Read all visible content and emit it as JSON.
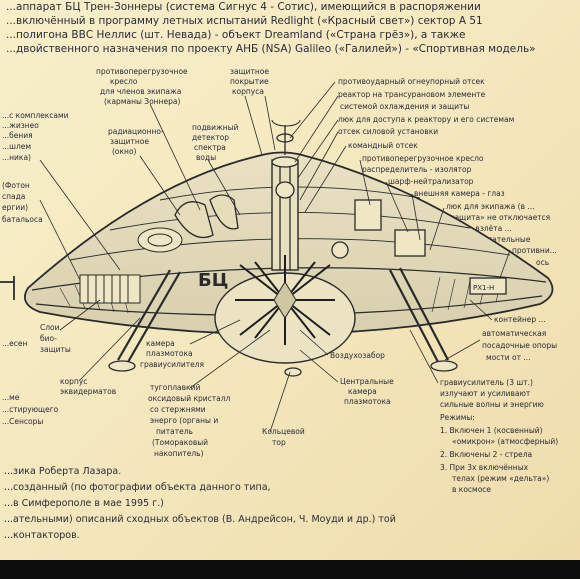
{
  "header": {
    "line1": "...аппарат БЦ Трен-Зоннеры (система Сигнус 4 - Сотис), имеющийся в распоряжении",
    "line2": "...включённый в программу летных испытаний Redlight («Красный свет») сектор А 51",
    "line3": "...полигона ВВС Неллис (шт. Невада) - объект Dreamland («Страна грёз»), а также",
    "line4": "...двойственного назначения по проекту АНБ (NSA) Galileo («Галилей») - «Спортивная модель»"
  },
  "left_labels": {
    "l1a": "...с комплексами",
    "l1b": "...жизнео",
    "l1c": "...бения",
    "l1d": "...шлем",
    "l1e": "...ника)",
    "l2a": "(Фотон",
    "l2b": "спада",
    "l2c": "ергии)",
    "l2d": "батальоса",
    "l3a": "Слои",
    "l3b": "био-",
    "l3c": "защиты",
    "l3d": "...есен",
    "l4a": "корпус",
    "l4b": "эквидерматов",
    "l5a": "...ме",
    "l5b": "...стирующего",
    "l5c": "...Сенсоры"
  },
  "top_labels": {
    "t1a": "противоперегрузочное",
    "t1b": "кресло",
    "t1c": "для членов экипажа",
    "t1d": "(карманы Зоннера)",
    "t2a": "защитное",
    "t2b": "покрытие",
    "t2c": "корпуса",
    "t3a": "радиационно-",
    "t3b": "защитное",
    "t3c": "(окно)",
    "t4a": "подвижный",
    "t4b": "детектор",
    "t4c": "спектра",
    "t4d": "воды"
  },
  "right_labels": {
    "r1": "противоударный огнеупорный отсек",
    "r2": "реактор на трансурановом элементе",
    "r3": "системой охлаждения и защиты",
    "r4": "люк для доступа к реактору и его системам",
    "r5": "отсек силовой установки",
    "r6": "командный отсек",
    "r7": "противоперегрузочное кресло",
    "r8": "распределитель - изолятор",
    "r9": "шарф-нейтрализатор",
    "r10": "внешняя камера - глаз",
    "r11": "люк для экипажа (в ...",
    "r12": "«защита» не отключается",
    "r13": "после взлёта ...",
    "r14": "вспомогательные",
    "r15": "противни...",
    "r16": "ось",
    "r17": "контейнер ...",
    "r18": "автоматическая",
    "r19": "посадочные опоры",
    "r20": "мости от ...",
    "r21": "гравиусилитель (3 шт.)",
    "r22": "излучают и усиливают",
    "r23": "сильные волны и энергию",
    "r24": "Режимы:",
    "r25": "1. Включен 1 (косвенный)",
    "r26": "«омикрон» (атмосферный)",
    "r27": "2. Включены 2 - стрела",
    "r28": "3. При 3х включённых",
    "r29": "телах (режим «дельта»)",
    "r30": "в космосе"
  },
  "bottom_labels": {
    "b1a": "камера",
    "b1b": "плазмотока",
    "b1c": "гравиусилителя",
    "b2a": "тугоплавкий",
    "b2b": "оксидовый кристалл",
    "b2c": "со стержнями",
    "b2d": "энерго (органы и",
    "b2e": "питатель",
    "b2f": "(Томораковый",
    "b2g": "накопитель)",
    "b3a": "Воздухозабор",
    "b4a": "Центральные",
    "b4b": "камера",
    "b4c": "плазмотока",
    "b5a": "Кольцевой",
    "b5b": "тор"
  },
  "footer": {
    "f1": "...зика Роберта Лазара.",
    "f2": "...созданный (по фотографии объекта данного типа,",
    "f3": "...в Симферополе в мае 1995 г.)",
    "f4": "...ательными) описаний сходных объектов (В. Андрейсон, Ч. Моуди и др.) той",
    "f5": "...контакторов."
  },
  "drawing_labels": {
    "reactor_letters": "БЦ",
    "small_box": "РХ1-Н"
  }
}
